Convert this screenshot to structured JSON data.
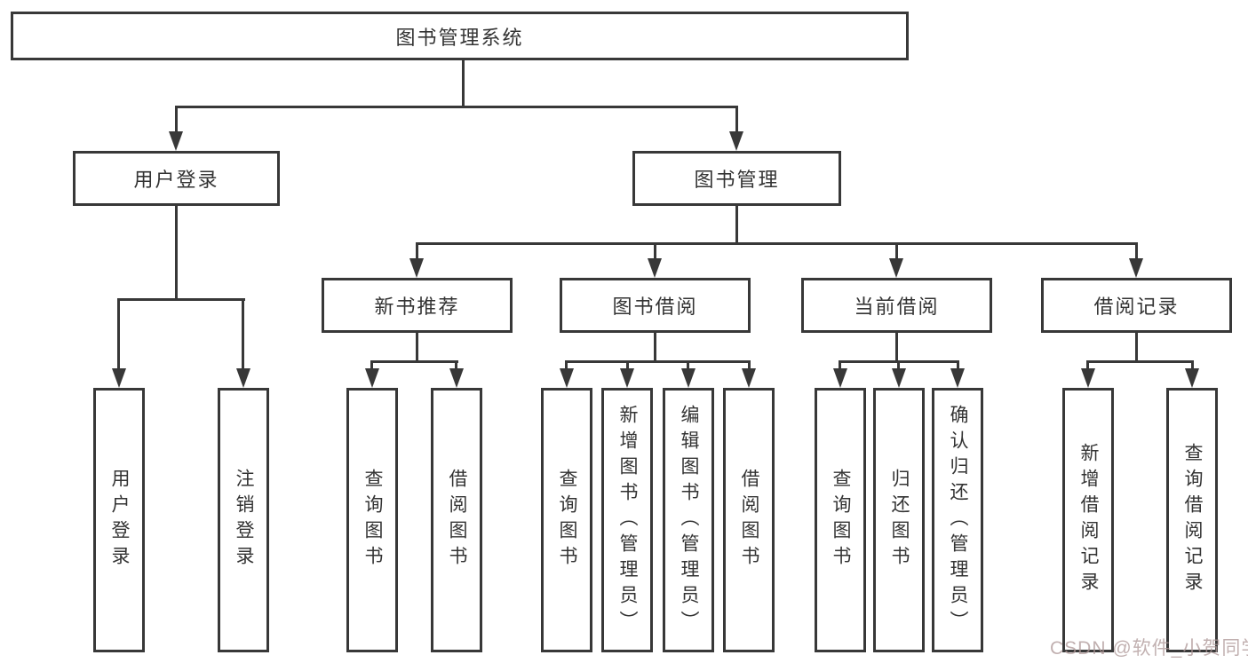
{
  "page": {
    "background": "#ffffff"
  },
  "colors": {
    "line": "#383838",
    "box_border": "#383838",
    "text": "#333333",
    "watermark_text": "#ac9696"
  },
  "watermark": {
    "text": "CSDN @软件_小贺同学"
  },
  "tree": {
    "root": {
      "label": "图书管理系统",
      "children": [
        {
          "label": "用户登录",
          "children": [
            {
              "label": "用户登录"
            },
            {
              "label": "注销登录"
            }
          ]
        },
        {
          "label": "图书管理",
          "children": [
            {
              "label": "新书推荐",
              "children": [
                {
                  "label": "查询图书"
                },
                {
                  "label": "借阅图书"
                }
              ]
            },
            {
              "label": "图书借阅",
              "children": [
                {
                  "label": "查询图书"
                },
                {
                  "label": "新增图书（管理员）"
                },
                {
                  "label": "编辑图书（管理员）"
                },
                {
                  "label": "借阅图书"
                }
              ]
            },
            {
              "label": "当前借阅",
              "children": [
                {
                  "label": "查询图书"
                },
                {
                  "label": "归还图书"
                },
                {
                  "label": "确认归还（管理员）"
                }
              ]
            },
            {
              "label": "借阅记录",
              "children": [
                {
                  "label": "新增借阅记录"
                },
                {
                  "label": "查询借阅记录"
                }
              ]
            }
          ]
        }
      ]
    }
  }
}
